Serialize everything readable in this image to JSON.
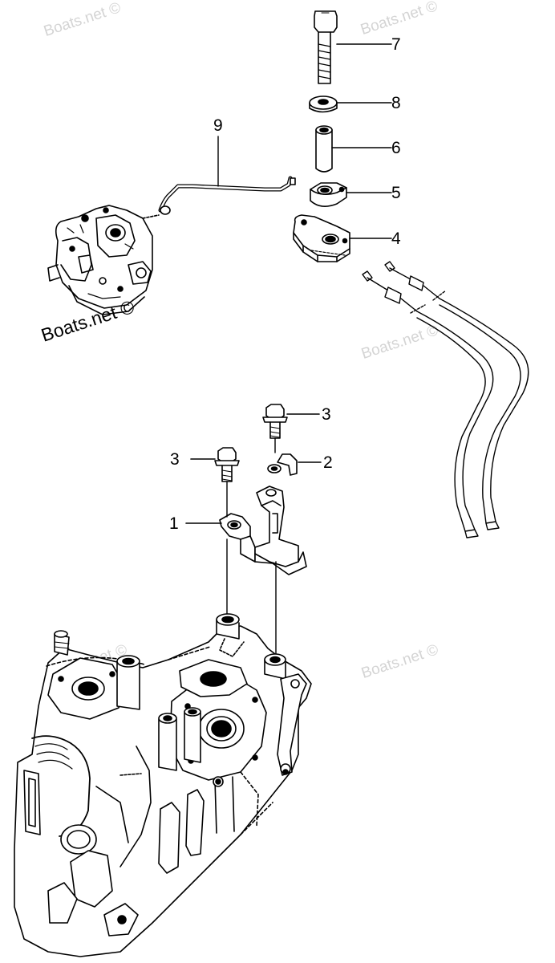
{
  "watermark_text": "Boats.net ©",
  "copyright_text": "Boats.net ©",
  "callouts": {
    "c1": "1",
    "c2": "2",
    "c3a": "3",
    "c3b": "3",
    "c4": "4",
    "c5": "5",
    "c6": "6",
    "c7": "7",
    "c8": "8",
    "c9": "9"
  },
  "colors": {
    "line": "#000000",
    "watermark": "#d4d4d4",
    "background": "#ffffff"
  }
}
